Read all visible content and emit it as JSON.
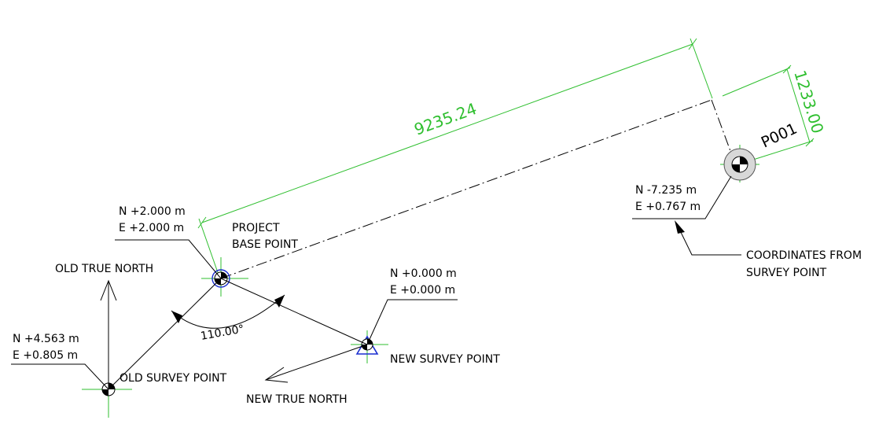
{
  "dimensions": {
    "baseline_length": "9235.24",
    "offset_length": "1233.00",
    "angle": "110.00°"
  },
  "point_tag": "P001",
  "labels": {
    "project_base_point": [
      "PROJECT",
      "BASE POINT"
    ],
    "old_true_north": "OLD TRUE NORTH",
    "new_true_north": "NEW TRUE NORTH",
    "old_survey_point": "OLD SURVEY POINT",
    "new_survey_point": "NEW SURVEY POINT",
    "coordinates_from_survey_point": [
      "COORDINATES FROM",
      "SURVEY POINT"
    ]
  },
  "coordinates": {
    "project_base": [
      "N +2.000 m",
      "E +2.000 m"
    ],
    "new_survey": [
      "N +0.000 m",
      "E +0.000 m"
    ],
    "old_survey": [
      "N +4.563 m",
      "E +0.805 m"
    ],
    "p001": [
      "N -7.235 m",
      "E +0.767 m"
    ]
  },
  "colors": {
    "dimension": "#2fbf2f",
    "marker_blue": "#1a2fd0",
    "line": "#000000"
  }
}
